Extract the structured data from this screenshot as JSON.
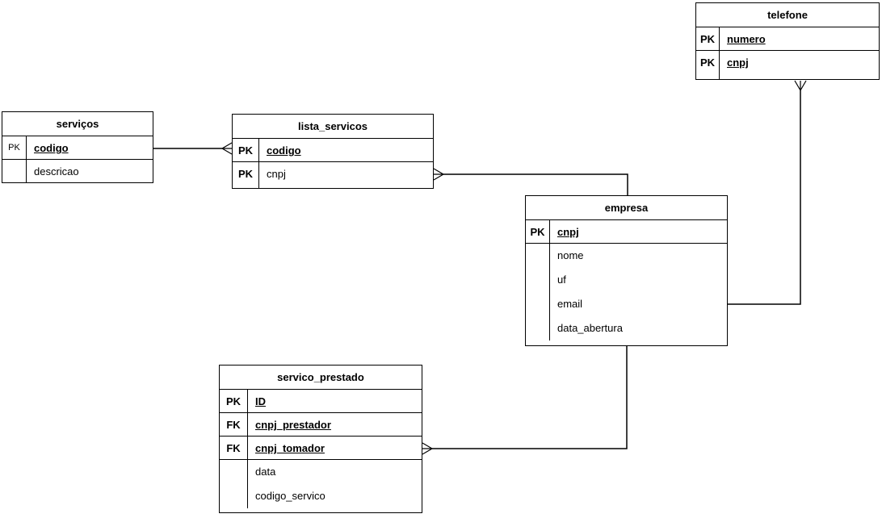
{
  "diagram": {
    "kind": "entity-relationship",
    "background_color": "#ffffff",
    "line_color": "#000000",
    "text_color": "#000000"
  },
  "entities": [
    {
      "id": "servicos",
      "title": "serviços",
      "rows": [
        {
          "key": "PK",
          "name": "codigo",
          "key_field": true
        },
        {
          "key": "",
          "name": "descricao",
          "key_field": false
        }
      ]
    },
    {
      "id": "lista_servicos",
      "title": "lista_servicos",
      "rows": [
        {
          "key": "PK",
          "name": "codigo",
          "key_field": true
        },
        {
          "key": "PK",
          "name": "cnpj",
          "key_field": false
        }
      ]
    },
    {
      "id": "telefone",
      "title": "telefone",
      "rows": [
        {
          "key": "PK",
          "name": "numero",
          "key_field": true
        },
        {
          "key": "PK",
          "name": "cnpj",
          "key_field": true
        }
      ]
    },
    {
      "id": "empresa",
      "title": "empresa",
      "rows": [
        {
          "key": "PK",
          "name": "cnpj",
          "key_field": true
        },
        {
          "key": "",
          "name": "nome",
          "key_field": false
        },
        {
          "key": "",
          "name": "uf",
          "key_field": false
        },
        {
          "key": "",
          "name": "email",
          "key_field": false
        },
        {
          "key": "",
          "name": "data_abertura",
          "key_field": false
        }
      ]
    },
    {
      "id": "servico_prestado",
      "title": "servico_prestado",
      "rows": [
        {
          "key": "PK",
          "name": "ID",
          "key_field": true
        },
        {
          "key": "FK",
          "name": "cnpj_prestador",
          "key_field": true
        },
        {
          "key": "FK",
          "name": "cnpj_tomador",
          "key_field": true
        },
        {
          "key": "",
          "name": "data",
          "key_field": false
        },
        {
          "key": "",
          "name": "codigo_servico",
          "key_field": false
        }
      ]
    }
  ],
  "relationships": [
    {
      "from_entity": "servicos",
      "from_field": "codigo",
      "to_entity": "lista_servicos",
      "to_field": "codigo",
      "many_end": "lista_servicos"
    },
    {
      "from_entity": "empresa",
      "from_field": "cnpj",
      "to_entity": "lista_servicos",
      "to_field": "cnpj",
      "many_end": "lista_servicos"
    },
    {
      "from_entity": "empresa",
      "from_field": "cnpj",
      "to_entity": "telefone",
      "to_field": "cnpj",
      "many_end": "telefone"
    },
    {
      "from_entity": "empresa",
      "from_field": "cnpj",
      "to_entity": "servico_prestado",
      "to_field": "cnpj_tomador",
      "many_end": "servico_prestado"
    }
  ]
}
